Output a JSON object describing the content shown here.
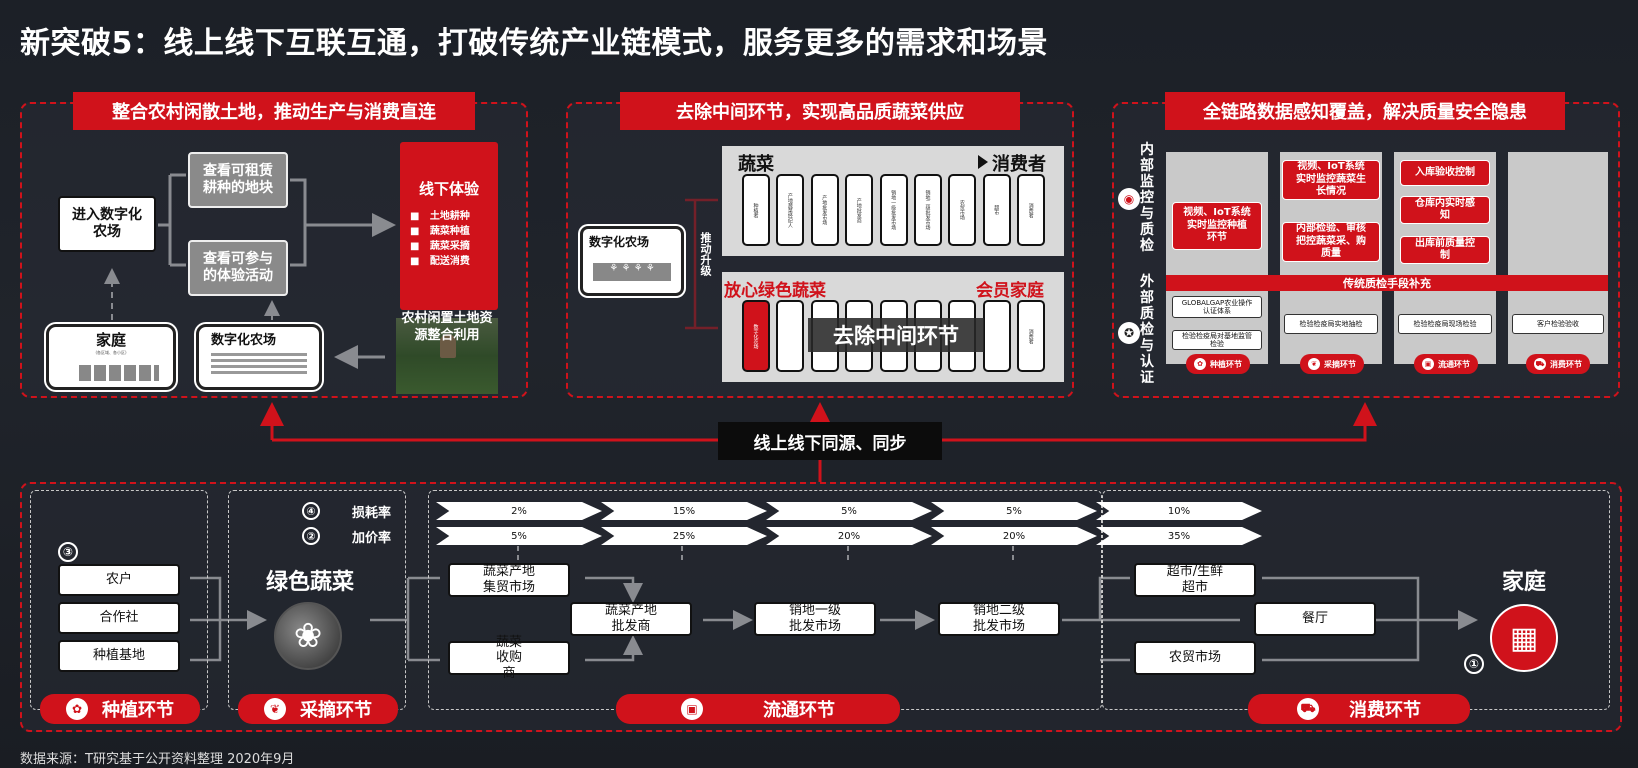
{
  "title": "新突破5：线上线下互联互通，打破传统产业链模式，服务更多的需求和场景",
  "panel1": {
    "header": "整合农村闲散土地，推动生产与消费直连",
    "enter_farm": "进入数字化农场",
    "rent_land": "查看可租赁耕种的地块",
    "join_activity": "查看可参与的体验活动",
    "offline_title": "线下体验",
    "offline_items": [
      "土地耕种",
      "蔬菜种植",
      "蔬菜采摘",
      "配送消费"
    ],
    "family_label": "家庭",
    "family_sub": "(各区域、各小区)",
    "farm_label": "数字化农场",
    "land_caption": "农村闲置土地资源整合利用"
  },
  "panel2": {
    "header": "去除中间环节，实现高品质蔬菜供应",
    "farm_label": "数字化农场",
    "upgrade_label": "推动升级",
    "top_from": "蔬菜",
    "top_to": "消费者",
    "top_cells": [
      "种植者",
      "产地蔬菜经纪人",
      "产地批发市场",
      "产地批发商",
      "销地一级批发市场",
      "销地二级批发市场",
      "农贸市场",
      "超市",
      "消费者"
    ],
    "bottom_from": "放心绿色蔬菜",
    "bottom_to": "会员家庭",
    "bottom_cells": [
      "数字化农场",
      "",
      "",
      "",
      "",
      "",
      "",
      "",
      "消费者"
    ],
    "overlay": "去除中间环节"
  },
  "panel3": {
    "header": "全链路数据感知覆盖，解决质量安全隐患",
    "internal_label": "内部监控与质检",
    "external_label": "外部质检与认证",
    "band_label": "传统质检手段补充",
    "col1_top": "视频、IoT系统实时监控种植环节",
    "col2_top1": "视频、IoT系统实时监控蔬菜生长情况",
    "col2_top2": "内部检验、审核把控蔬菜采、购质量",
    "col3_top1": "入库验收控制",
    "col3_top2": "仓库内实时感知",
    "col3_top3": "出库前质量控制",
    "col1_bottom1": "GLOBALGAP农业操作认证体系",
    "col1_bottom2": "检验检疫局对基地监管检验",
    "col2_bottom": "检验检疫局实地抽检",
    "col3_bottom": "检验检疫局现场检验",
    "col4_bottom": "客户检验验收",
    "stages": [
      "种植环节",
      "采摘环节",
      "流通环节",
      "消费环节"
    ]
  },
  "sync_label": "线上线下同源、同步",
  "flow": {
    "planting_circle": "③",
    "producers": [
      "农户",
      "合作社",
      "种植基地"
    ],
    "green_veg": "绿色蔬菜",
    "loss_num": "④",
    "loss_label": "损耗率",
    "markup_num": "②",
    "markup_label": "加价率",
    "loss_rates": [
      "2%",
      "15%",
      "5%",
      "5%",
      "10%"
    ],
    "markup_rates": [
      "5%",
      "25%",
      "20%",
      "20%",
      "35%"
    ],
    "origin_market": "蔬菜产地集贸市场",
    "buyer": "蔬菜收购商",
    "origin_wholesaler": "蔬菜产地批发商",
    "sales1": "销地一级批发市场",
    "sales2": "销地二级批发市场",
    "supermarket": "超市/生鲜超市",
    "farmers_market": "农贸市场",
    "restaurant": "餐厅",
    "family": "家庭",
    "family_circle": "①",
    "stages": [
      "种植环节",
      "采摘环节",
      "流通环节",
      "消费环节"
    ]
  },
  "source": "数据来源：T研究基于公开资料整理  2020年9月",
  "colors": {
    "accent": "#d0121b",
    "background": "#1e2229"
  },
  "icons": [
    "camera-icon",
    "certificate-icon",
    "sprout-icon",
    "leaf-icon",
    "truck-icon",
    "cart-icon",
    "building-icon",
    "broccoli-icon"
  ]
}
